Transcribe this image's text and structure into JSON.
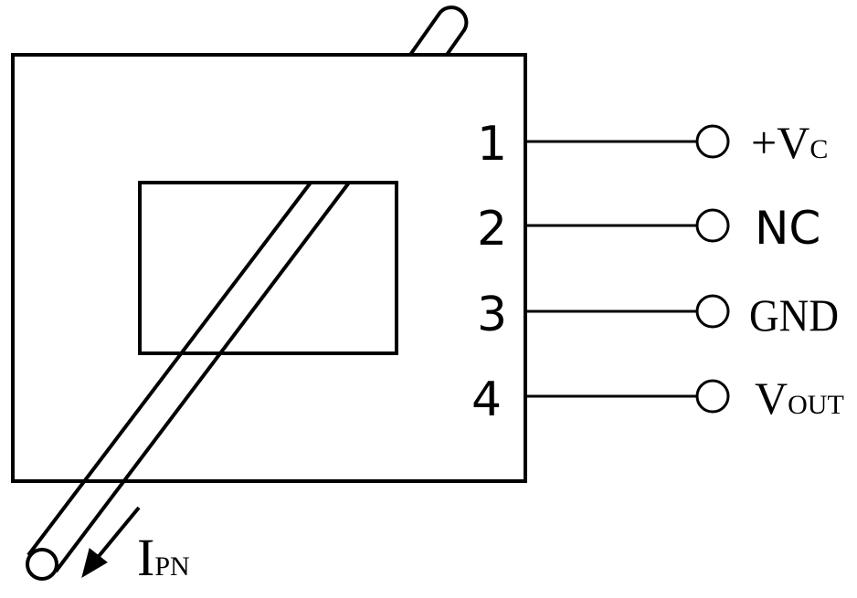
{
  "pins": [
    {
      "number": "1",
      "label_main": "+V",
      "label_sub": "C"
    },
    {
      "number": "2",
      "label_main": "NC",
      "label_sub": ""
    },
    {
      "number": "3",
      "label_main": "GND",
      "label_sub": ""
    },
    {
      "number": "4",
      "label_main": "V",
      "label_sub": "OUT"
    }
  ],
  "current": {
    "main": "I",
    "sub": "PN"
  }
}
